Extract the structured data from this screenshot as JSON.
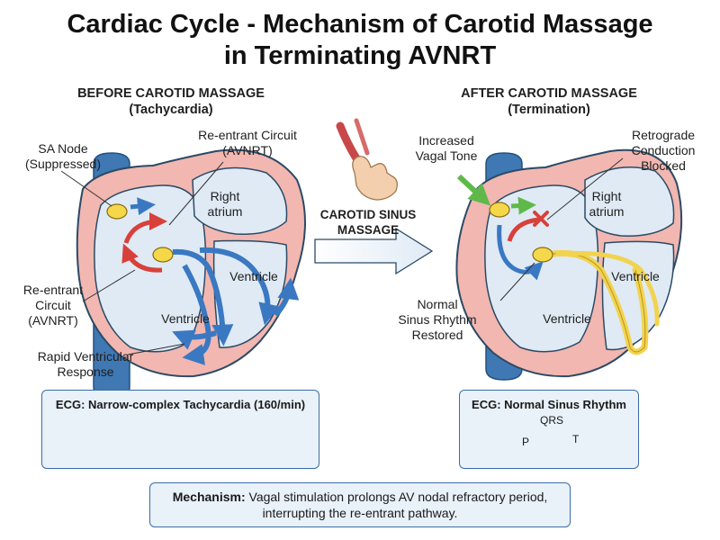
{
  "title": {
    "line1": "Cardiac Cycle - Mechanism of Carotid Massage",
    "line2": "in Terminating AVNRT"
  },
  "before": {
    "heading": "BEFORE CAROTID MASSAGE",
    "subheading": "(Tachycardia)",
    "labels": {
      "sa_node": [
        "SA Node",
        "(Suppressed)"
      ],
      "reentrant_top": [
        "Re-entrant Circuit",
        "(AVNRT)"
      ],
      "right_atrium": [
        "Right",
        "atrium"
      ],
      "ventricle_right": "Ventricle",
      "ventricle_left": "Ventricle",
      "reentrant_left": [
        "Re-entrant",
        "Circuit",
        "(AVNRT)"
      ],
      "rapid_response": [
        "Rapid Ventricular",
        "Response"
      ]
    },
    "ecg": {
      "title": "ECG: Narrow-complex Tachycardia (160/min)"
    }
  },
  "middle": {
    "label": [
      "CAROTID SINUS",
      "MASSAGE"
    ]
  },
  "after": {
    "heading": "AFTER CAROTID MASSAGE",
    "subheading": "(Termination)",
    "labels": {
      "vagal_tone": [
        "Increased",
        "Vagal Tone"
      ],
      "retrograde": [
        "Retrograde",
        "Conduction",
        "Blocked"
      ],
      "right_atrium": [
        "Right",
        "atrium"
      ],
      "ventricle_right": "Ventricle",
      "ventricle_left": "Ventricle",
      "normal_sinus": [
        "Normal",
        "Sinus Rhythm",
        "Restored"
      ]
    },
    "ecg": {
      "title": "ECG: Normal Sinus Rhythm",
      "qrs": "QRS",
      "p": "P",
      "t": "T"
    }
  },
  "mechanism": {
    "label": "Mechanism:",
    "text_line1": " Vagal stimulation prolongs AV nodal refractory period,",
    "text_line2": "interrupting the re-entrant pathway."
  },
  "colors": {
    "vessel": "#3f78b3",
    "heart_outline": "#2b4a66",
    "myocardium": "#f1b7b0",
    "chamber": "#dfeaf5",
    "node": "#f5d84a",
    "reentry_arrow": "#d8403a",
    "conduction_arrow": "#3a78c2",
    "vagal_arrow": "#5fb94a",
    "normal_pathway": "#f2d34e",
    "ecg_trace": "#2d64a3",
    "box_fill": "#e9f1f9",
    "box_border": "#3b6ea8"
  }
}
